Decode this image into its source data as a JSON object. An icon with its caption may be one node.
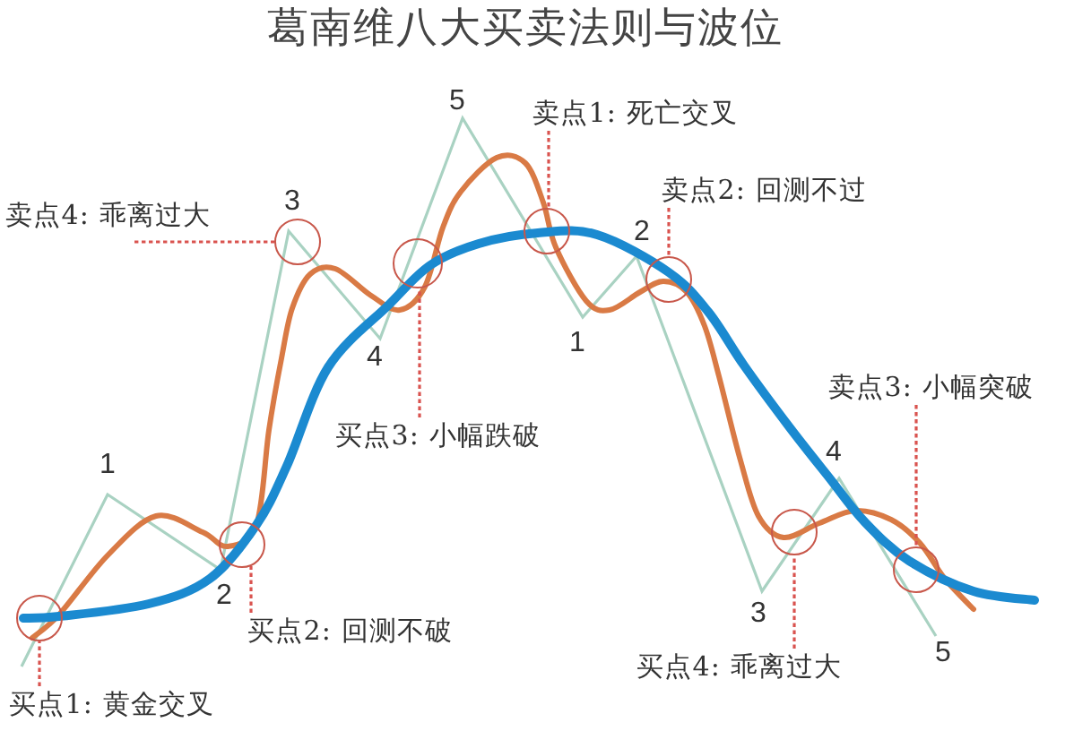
{
  "diagram": {
    "title": "葛南维八大买卖法则与波位",
    "nodes": [
      {
        "text": [
          "卖点1: 死亡交叉"
        ]
      },
      {
        "text": [
          "卖点2: 回测不过"
        ]
      },
      {
        "text": [
          "卖点4: 乖离过大"
        ]
      },
      {
        "text": [
          "卖点3: 小幅突破"
        ]
      },
      {
        "text": [
          "买点3: 小幅跌破"
        ]
      },
      {
        "text": [
          "买点2: 回测不破"
        ]
      },
      {
        "text": [
          "买点4: 乖离过大"
        ]
      },
      {
        "text": [
          "买点1: 黄金交叉"
        ]
      },
      {
        "text": [],
        "shape": "circle"
      },
      {
        "text": [],
        "shape": "circle"
      },
      {
        "text": [],
        "shape": "circle"
      },
      {
        "text": [],
        "shape": "circle"
      },
      {
        "text": [],
        "shape": "circle"
      },
      {
        "text": [],
        "shape": "circle"
      },
      {
        "text": [],
        "shape": "circle"
      },
      {
        "text": [],
        "shape": "circle"
      }
    ],
    "edges": [
      {
        "from": 0,
        "to": 12,
        "arrow": "none",
        "style": "dashed"
      },
      {
        "from": 1,
        "to": 13,
        "arrow": "none",
        "style": "dashed"
      },
      {
        "from": 2,
        "to": 10,
        "arrow": "none",
        "style": "dashed"
      },
      {
        "from": 3,
        "to": 15,
        "arrow": "none",
        "style": "dashed"
      },
      {
        "from": 4,
        "to": 11,
        "arrow": "none",
        "style": "dashed"
      },
      {
        "from": 5,
        "to": 9,
        "arrow": "none",
        "style": "dashed"
      },
      {
        "from": 6,
        "to": 14,
        "arrow": "none",
        "style": "dashed"
      },
      {
        "from": 7,
        "to": 8,
        "arrow": "none",
        "style": "dashed"
      }
    ],
    "labels": [
      "1",
      "2",
      "3",
      "4",
      "5",
      "1",
      "2",
      "3",
      "4",
      "5"
    ]
  }
}
